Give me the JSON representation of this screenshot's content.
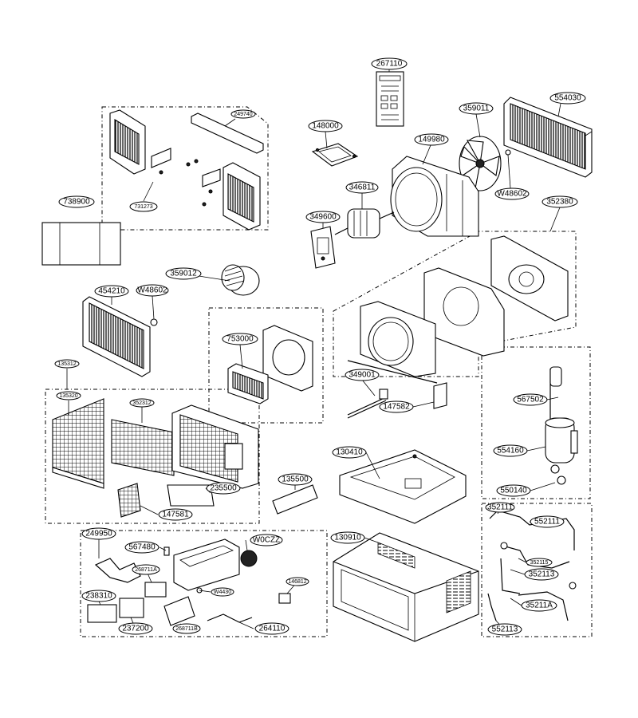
{
  "diagram": {
    "part_numbers": {
      "p267110": "267110",
      "p249740": "249740",
      "p148000": "148000",
      "p359011": "359011",
      "p554030": "554030",
      "p149980": "149980",
      "p346811": "346811",
      "pW48602a": "W48602",
      "p738900": "738900",
      "p731273": "731273",
      "p349600": "349600",
      "p352380": "352380",
      "p359012": "359012",
      "p454210": "454210",
      "pW48602b": "W48602",
      "p753000": "753000",
      "p135312": "135312",
      "p135320": "135320",
      "p352312": "352312",
      "p349001": "349001",
      "p147582": "147582",
      "p567502": "567502",
      "p554160": "554160",
      "p550140": "550140",
      "p130410": "130410",
      "p135500": "135500",
      "p235500": "235500",
      "p147581": "147581",
      "p352111a": "352111",
      "p552111": "552111",
      "p352115": "352115",
      "p352113": "352113",
      "p35211A": "35211A",
      "p552113": "552113",
      "p249950": "249950",
      "p567480": "567480",
      "pW0CZZ": "W0CZZ",
      "p268711A": "268711A",
      "pW4430": "W4430",
      "p146812": "146812",
      "p238310": "238310",
      "p237200": "237200",
      "p268711B": "268711B",
      "p264110": "264110",
      "p130910": "130910"
    }
  }
}
